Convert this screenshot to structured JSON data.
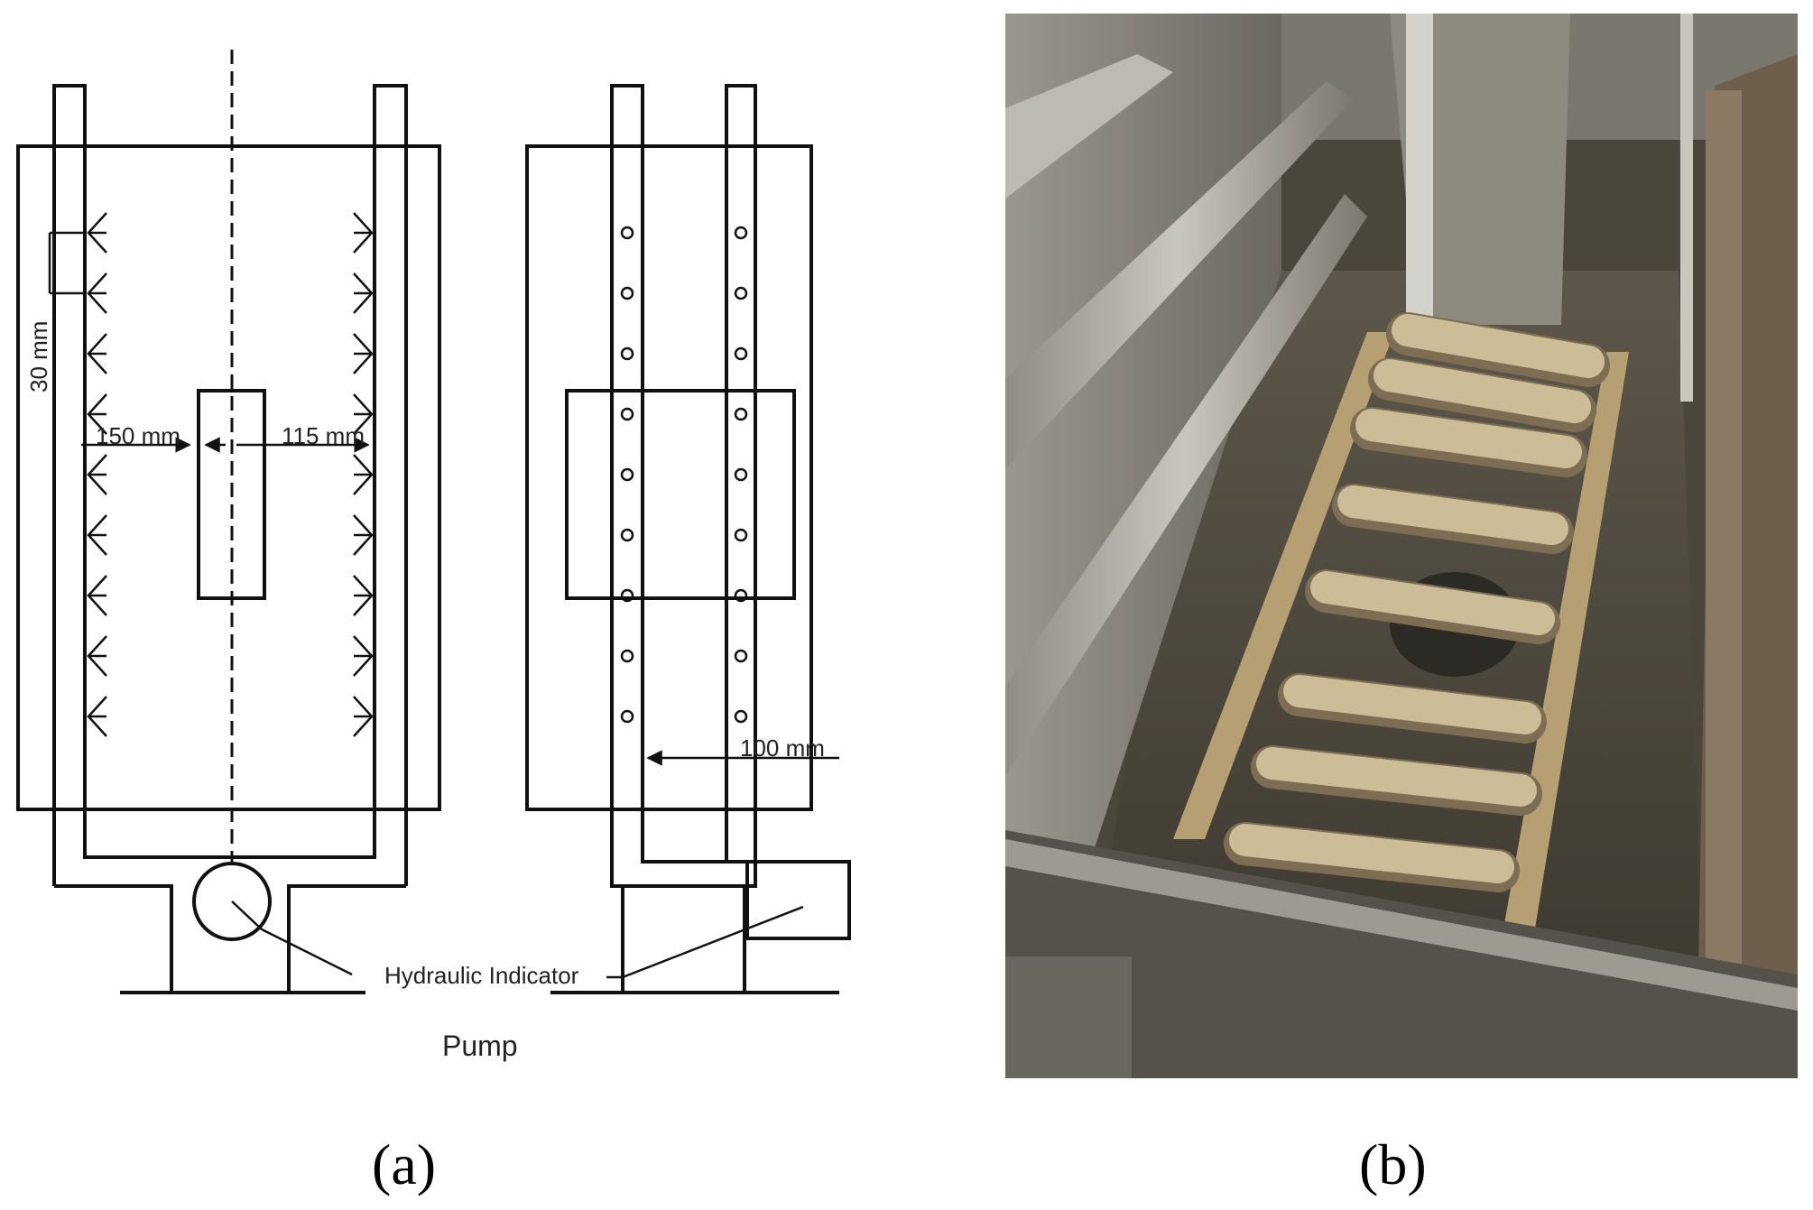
{
  "panel_a": {
    "dimensions": {
      "vertical_spacing": "30 mm",
      "left_to_center": "150 mm",
      "center_to_right": "115 mm",
      "pipe_offset": "100 mm"
    },
    "indicator_label": "Hydraulic Indicator",
    "pump_label": "Pump",
    "caption": "(a)"
  },
  "panel_b": {
    "photo_description": "Photograph of the experimental tank interior with a wooden rack holding cylindrical specimens between two perforated spray pipes",
    "caption": "(b)"
  }
}
